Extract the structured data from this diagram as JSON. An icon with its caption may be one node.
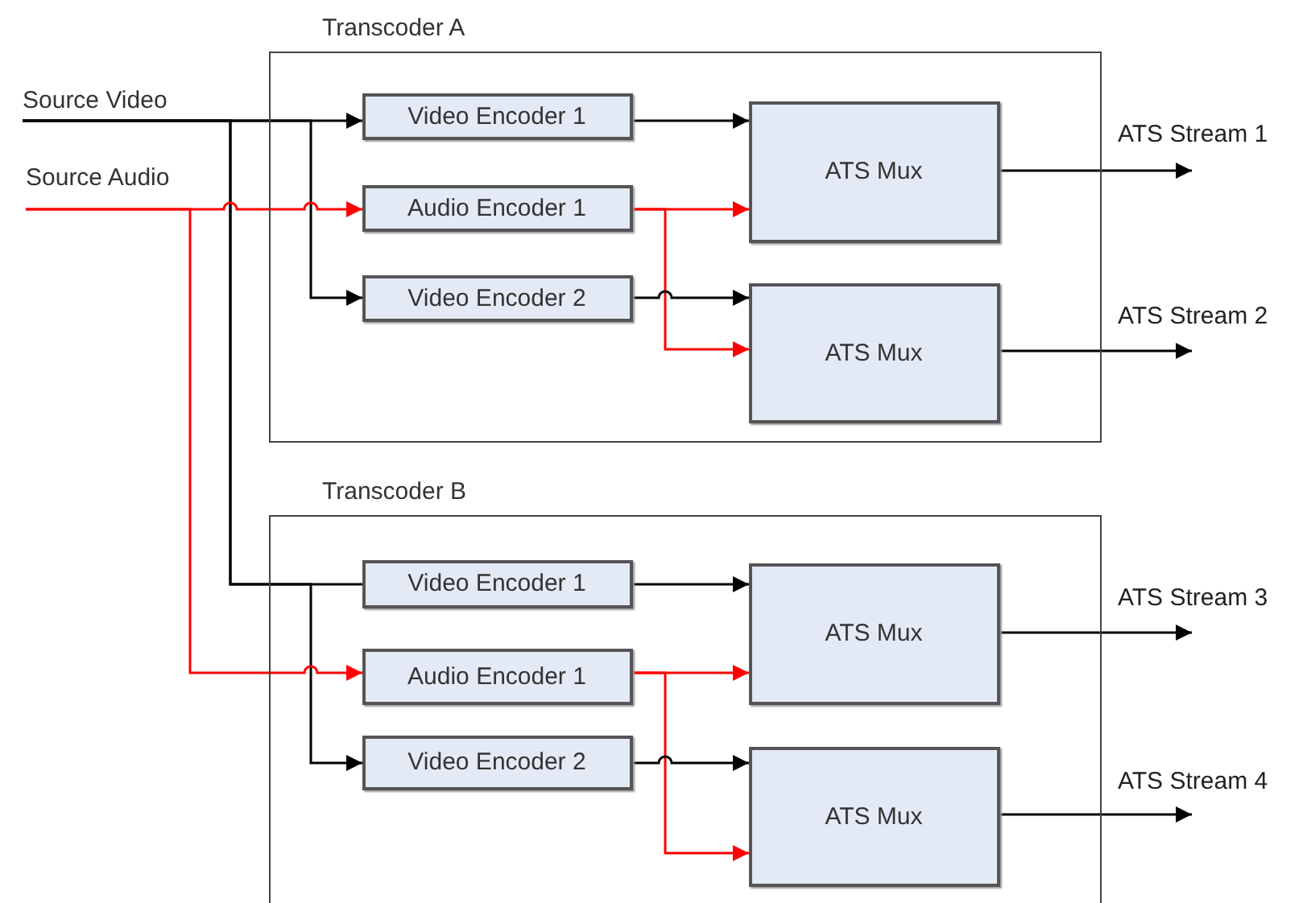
{
  "diagram": {
    "nodes": [
      {
        "text": [
          "Source Video"
        ]
      },
      {
        "text": [
          "Source Audio"
        ]
      },
      {
        "text": [
          "Transcoder A"
        ]
      },
      {
        "text": [
          "Video Encoder 1"
        ],
        "in": 2
      },
      {
        "text": [
          "Audio Encoder 1"
        ],
        "in": 2
      },
      {
        "text": [
          "Video Encoder 2"
        ],
        "in": 2
      },
      {
        "text": [
          "ATS Mux"
        ],
        "in": 2
      },
      {
        "text": [
          "ATS Mux"
        ],
        "in": 2
      },
      {
        "text": [
          "Transcoder B"
        ]
      },
      {
        "text": [
          "Video Encoder 1"
        ],
        "in": 8
      },
      {
        "text": [
          "Audio Encoder 1"
        ],
        "in": 8
      },
      {
        "text": [
          "Video Encoder 2"
        ],
        "in": 8
      },
      {
        "text": [
          "ATS Mux"
        ],
        "in": 8
      },
      {
        "text": [
          "ATS Mux"
        ],
        "in": 8
      }
    ],
    "edges": [
      {
        "from": 0,
        "to": 3,
        "arrow": "to"
      },
      {
        "from": 0,
        "to": 5,
        "arrow": "to"
      },
      {
        "from": 0,
        "to": 9,
        "arrow": "none"
      },
      {
        "from": 0,
        "to": 11,
        "arrow": "to"
      },
      {
        "from": 1,
        "to": 4,
        "arrow": "to",
        "color": "#ff0000"
      },
      {
        "from": 1,
        "to": 10,
        "arrow": "to",
        "color": "#ff0000"
      },
      {
        "from": 3,
        "to": 6,
        "arrow": "to"
      },
      {
        "from": 4,
        "to": 6,
        "arrow": "to",
        "color": "#ff0000"
      },
      {
        "from": 4,
        "to": 7,
        "arrow": "to",
        "color": "#ff0000"
      },
      {
        "from": 5,
        "to": 7,
        "arrow": "to"
      },
      {
        "from": 9,
        "to": 12,
        "arrow": "to"
      },
      {
        "from": 10,
        "to": 12,
        "arrow": "to",
        "color": "#ff0000"
      },
      {
        "from": 10,
        "to": 13,
        "arrow": "to",
        "color": "#ff0000"
      },
      {
        "from": 11,
        "to": 13,
        "arrow": "to"
      },
      {
        "from": 6,
        "to": null,
        "arrow": "to",
        "label": "ATS Stream 1"
      },
      {
        "from": 7,
        "to": null,
        "arrow": "to",
        "label": "ATS Stream 2"
      },
      {
        "from": 12,
        "to": null,
        "arrow": "to",
        "label": "ATS Stream 3"
      },
      {
        "from": 13,
        "to": null,
        "arrow": "to",
        "label": "ATS Stream 4"
      }
    ]
  }
}
